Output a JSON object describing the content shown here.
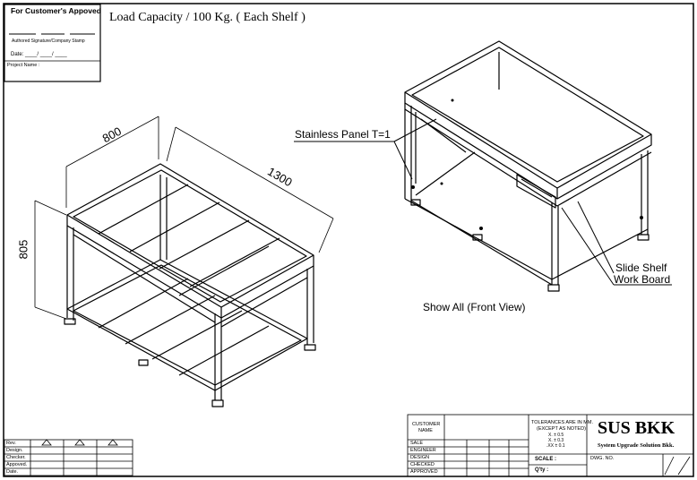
{
  "approval_box": {
    "title": "For Customer's  Appoved",
    "signature_label": "Authored Signature/Company Stamp",
    "date_label": "Date: ____/  ____/  ____",
    "project_label": "Project Name :"
  },
  "header": {
    "load_capacity": "Load Capacity / 100 Kg. ( Each Shelf )"
  },
  "left_view": {
    "dim_depth": "800",
    "dim_width": "1300",
    "dim_height": "805"
  },
  "right_view": {
    "panel_callout": "Stainless Panel T=1",
    "shelf_callout_1": "Slide Shelf",
    "shelf_callout_2": "Work Board",
    "view_caption": "Show All (Front View)"
  },
  "revision_table": {
    "rows": [
      "Rev.",
      "Design.",
      "Checker.",
      "Appoved.",
      "Date."
    ]
  },
  "title_block": {
    "customer_name_1": "CUSTOMER",
    "customer_name_2": "NAME",
    "roles": [
      "SALE",
      "ENGINEER",
      "DESIGN",
      "CHECKED",
      "APPROVED"
    ],
    "tolerance_title_1": "TOLERANCES ARE IN MM.",
    "tolerance_title_2": "(EXCEPT AS NOTED)",
    "tol_x": "X.   ±  0.5",
    "tol_xx": "X.   ±  0.3",
    "tol_xxx": ".XX  ±  0.1",
    "scale_label": "SCALE :",
    "qty_label": "Q'ty  :",
    "company": "SUS BKK",
    "company_sub": "System Upgrade Solution Bkk.",
    "dwg_label": "DWG. NO."
  }
}
